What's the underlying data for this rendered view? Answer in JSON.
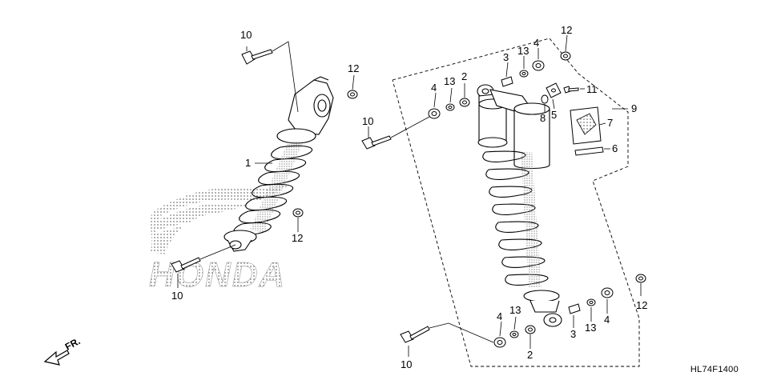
{
  "diagram_code": "HL74F1400",
  "direction_label": "FR.",
  "watermark": {
    "brand": "HONDA"
  },
  "labels": {
    "rear_shock_assy": "1",
    "collar_a": "2",
    "collar_b": "3",
    "dust_seal_a": "4",
    "bushing_b": "5",
    "band": "6",
    "sticker": "7",
    "cap": "8",
    "front_shock_assy": "9",
    "bolt": "10",
    "screw": "11",
    "nut": "12",
    "o_ring": "13"
  },
  "colors": {
    "line": "#000000",
    "fill_light": "#ffffff",
    "dot": "#7a7a7a"
  }
}
